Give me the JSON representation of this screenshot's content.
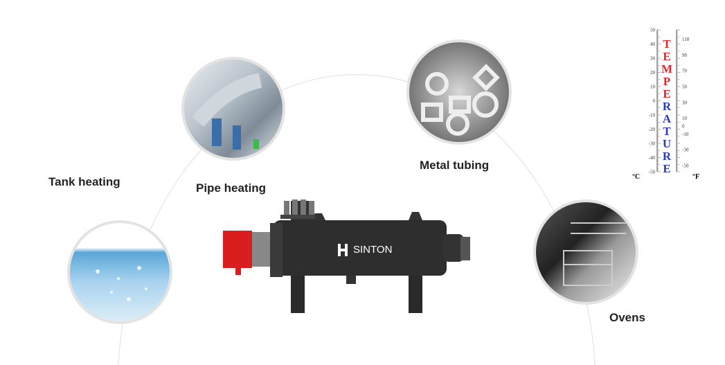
{
  "labels": {
    "tank": "Tank heating",
    "pipe": "Pipe heating",
    "metal": "Metal tubing",
    "ovens": "Ovens"
  },
  "product": {
    "brand": "SINTON"
  },
  "thermometer": {
    "word": "TEMPERATURE",
    "celsius_unit": "°C",
    "fahrenheit_unit": "°F",
    "celsius_ticks": [
      "50",
      "40",
      "30",
      "20",
      "10",
      "0",
      "-10",
      "-20",
      "-30",
      "-40",
      "-50"
    ],
    "fahrenheit_ticks": [
      "110",
      "90",
      "70",
      "50",
      "30",
      "10",
      "0",
      "-10",
      "-30",
      "-50"
    ],
    "colors": {
      "hot": "#e8232a",
      "cold": "#2b3bb8"
    }
  }
}
